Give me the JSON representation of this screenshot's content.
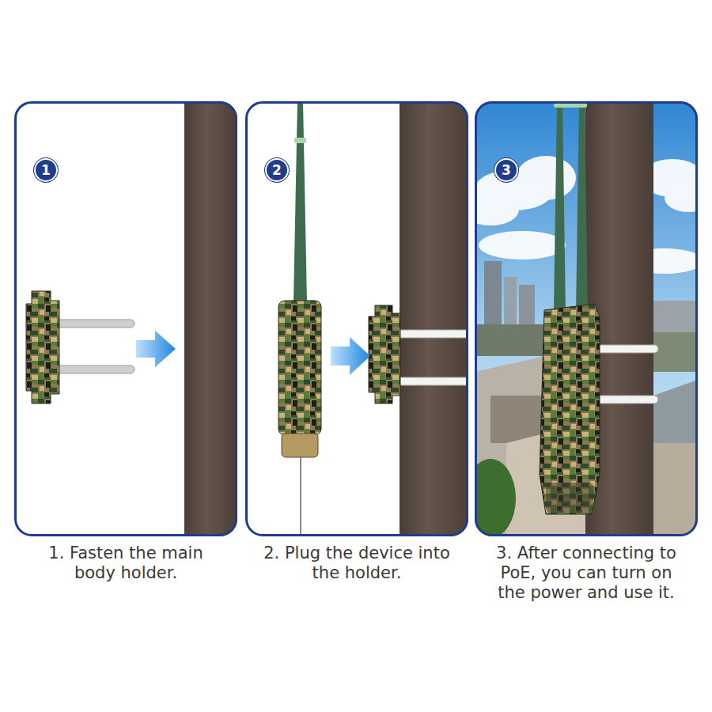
{
  "diagram": {
    "nodes": [
      {
        "text": [
          "1. Fasten the main body holder."
        ]
      },
      {
        "text": [
          "1"
        ],
        "in": 0
      },
      {
        "text": [
          "2. Plug the device into the holder."
        ]
      },
      {
        "text": [
          "2"
        ],
        "in": 2
      },
      {
        "text": [
          "3. After connecting to PoE, you can turn on the power and use it."
        ]
      },
      {
        "text": [
          "3"
        ],
        "in": 4
      }
    ]
  }
}
